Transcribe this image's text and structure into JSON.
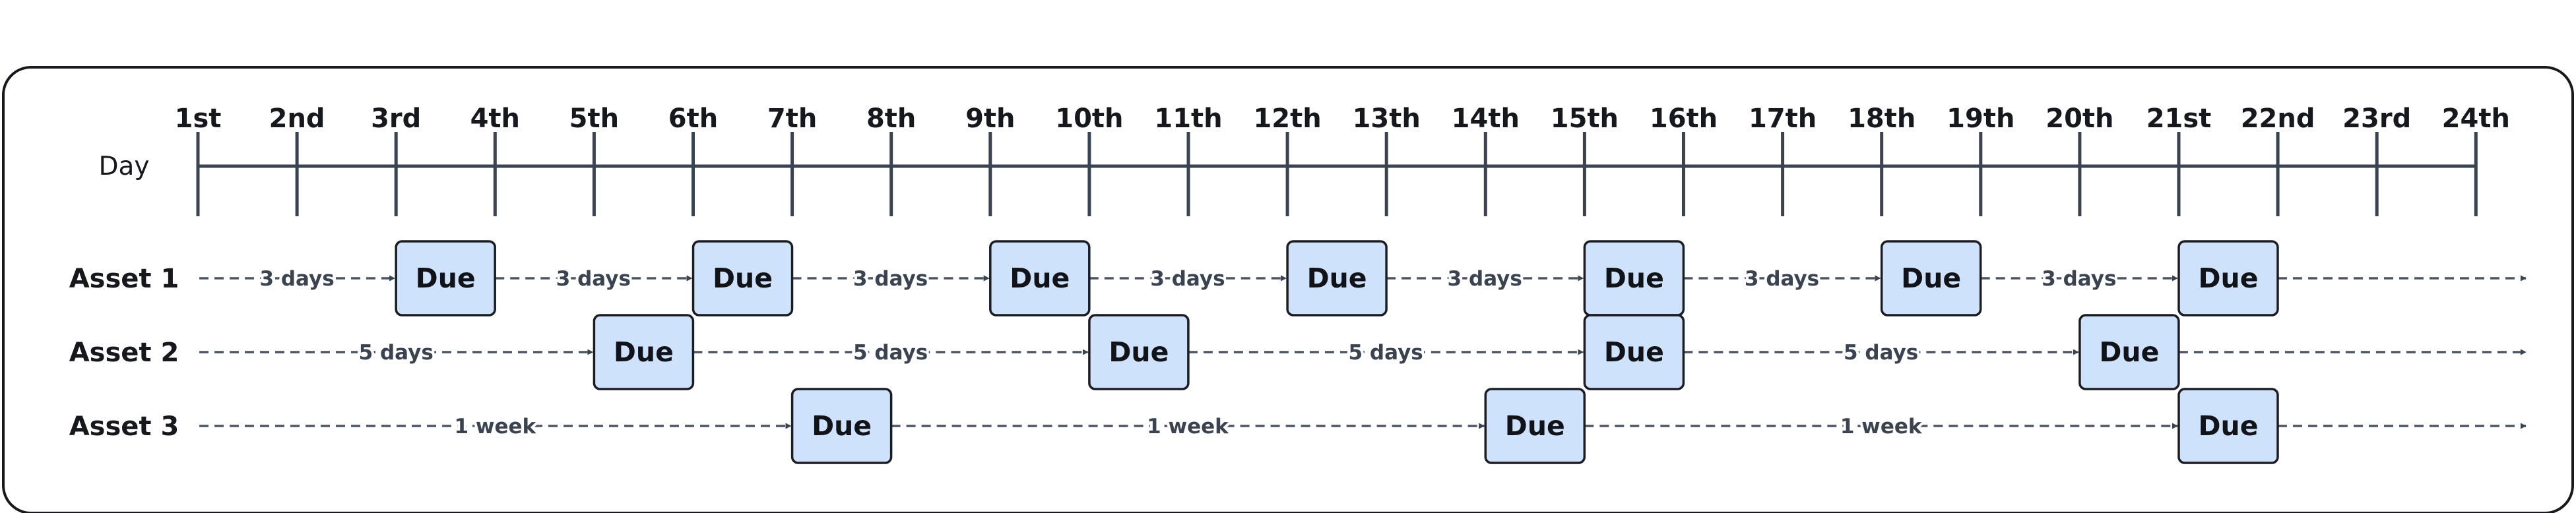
{
  "axis": {
    "title": "Day",
    "ticks": [
      "1st",
      "2nd",
      "3rd",
      "4th",
      "5th",
      "6th",
      "7th",
      "8th",
      "9th",
      "10th",
      "11th",
      "12th",
      "13th",
      "14th",
      "15th",
      "16th",
      "17th",
      "18th",
      "19th",
      "20th",
      "21st",
      "22nd",
      "23rd",
      "24th"
    ]
  },
  "due_label": "Due",
  "assets": [
    {
      "label": "Asset 1",
      "interval": "3 days",
      "due_days": [
        3,
        6,
        9,
        12,
        15,
        18,
        21
      ]
    },
    {
      "label": "Asset 2",
      "interval": "5 days",
      "due_days": [
        5,
        10,
        15,
        20
      ]
    },
    {
      "label": "Asset 3",
      "interval": "1 week",
      "due_days": [
        7,
        14,
        21
      ]
    }
  ],
  "colors": {
    "frame": "#16181d",
    "axis": "#3b4250",
    "due_fill": "#cfe2fb",
    "due_stroke": "#1b1d22",
    "dash_line": "#4b5563"
  }
}
